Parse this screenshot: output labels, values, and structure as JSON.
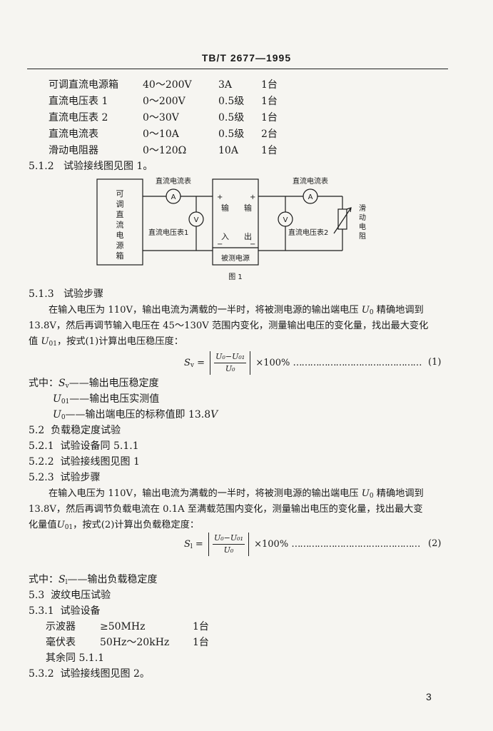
{
  "header": {
    "standard_no": "TB/T 2677—1995"
  },
  "equipment_table_1": [
    {
      "name": "可调直流电源箱",
      "range": "40～200V",
      "spec": "3A",
      "qty": "1台"
    },
    {
      "name": "直流电压表 1",
      "range": "0～200V",
      "spec": "0.5级",
      "qty": "1台"
    },
    {
      "name": "直流电压表 2",
      "range": "0～30V",
      "spec": "0.5级",
      "qty": "1台"
    },
    {
      "name": "直流电流表",
      "range": "0～10A",
      "spec": "0.5级",
      "qty": "2台"
    },
    {
      "name": "滑动电阻器",
      "range": "0～120Ω",
      "spec": "10A",
      "qty": "1台"
    }
  ],
  "s_5_1_2": {
    "num": "5.1.2",
    "text": "试验接线图见图 1。"
  },
  "figure1": {
    "source_label": "可调直流电源箱",
    "ammeter_left_label": "直流电流表",
    "ammeter_right_label": "直流电流表",
    "voltmeter_left_label": "直流电压表1",
    "voltmeter_right_label": "直流电压表2",
    "ammeter_symbol": "A",
    "voltmeter_symbol": "V",
    "dut_input_label": "输",
    "dut_input_label2": "入",
    "dut_output_label": "输",
    "dut_output_label2": "出",
    "dut_name": "被测电源",
    "plus": "+",
    "minus": "−",
    "resistor_label": "滑动电阻",
    "caption": "图 1"
  },
  "s_5_1_3": {
    "num": "5.1.3",
    "title": "试验步骤",
    "p1": "在输入电压为 110V，输出电流为满载的一半时，将被测电源的输出端电压",
    "p1_var": "U",
    "p1_var_sub": "0",
    "p1_tail": "精确地调到",
    "p2": "13.8V，然后再调节输入电压在 45～130V 范围内变化，测量输出电压的变化量，找出最大变化",
    "p3_pre": "值",
    "p3_var": "U",
    "p3_var_sub": "01",
    "p3_tail": "，按式(1)计算出电压稳压度："
  },
  "eq1": {
    "lhs": "S",
    "lhs_sub": "v",
    "numerator": "U₀−U₀₁",
    "denominator": "U₀",
    "tail": "×100%",
    "dots": "………………………………………",
    "label": "(1)"
  },
  "where1": {
    "lead": "式中：",
    "item1_sym": "S",
    "item1_sub": "v",
    "item1_text": "——输出电压稳定度",
    "item2_sym": "U",
    "item2_sub": "01",
    "item2_text": "——输出电压实测值",
    "item3_sym": "U",
    "item3_sub": "0",
    "item3_text": "——输出端电压的标称值即 13.8",
    "item3_unit": "V"
  },
  "s_5_2": {
    "num": "5.2",
    "text": "负载稳定度试验"
  },
  "s_5_2_1": {
    "num": "5.2.1",
    "text": "试验设备同 5.1.1"
  },
  "s_5_2_2": {
    "num": "5.2.2",
    "text": "试验接线图见图 1"
  },
  "s_5_2_3": {
    "num": "5.2.3",
    "title": "试验步骤",
    "p1": "在输入电压为 110V，输出电流为满载的一半时，将被测电源的输出端电压",
    "p1_var": "U",
    "p1_var_sub": "0",
    "p1_tail": "精确地调到",
    "p2": "13.8V，然后再调节负载电流在 0.1A 至满载范围内变化，测量输出电压的变化量，找出最大变",
    "p3_pre": "化量值",
    "p3_var": "U",
    "p3_var_sub": "01",
    "p3_tail": "，按式(2)计算出负载稳定度："
  },
  "eq2": {
    "lhs": "S",
    "lhs_sub": "l",
    "numerator": "U₀−U₀₁",
    "denominator": "U₀",
    "tail": "×100%",
    "dots": "………………………………………",
    "label": "(2)"
  },
  "where2": {
    "lead": "式中：",
    "item1_sym": "S",
    "item1_sub": "l",
    "item1_text": "——输出负载稳定度"
  },
  "s_5_3": {
    "num": "5.3",
    "text": "波纹电压试验"
  },
  "s_5_3_1": {
    "num": "5.3.1",
    "text": "试验设备"
  },
  "equipment_table_2": [
    {
      "name": "示波器",
      "range": "≥50MHz",
      "qty": "1台"
    },
    {
      "name": "毫伏表",
      "range": "50Hz～20kHz",
      "qty": "1台"
    }
  ],
  "rest_same": "其余同 5.1.1",
  "s_5_3_2": {
    "num": "5.3.2",
    "text": "试验接线图见图 2。"
  },
  "page_number": "3"
}
